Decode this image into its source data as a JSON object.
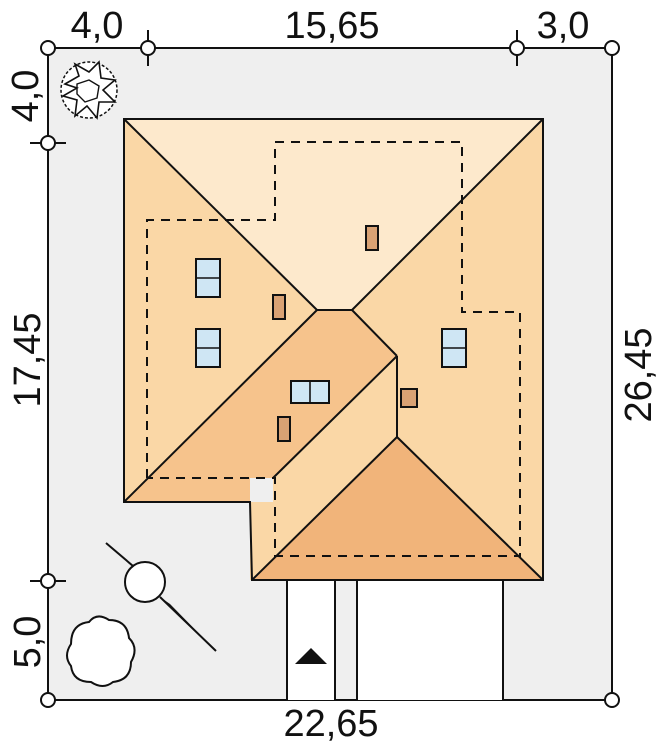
{
  "dimensions": {
    "top_left": "4,0",
    "top_middle": "15,65",
    "top_right": "3,0",
    "left_upper": "4,0",
    "left_middle": "17,45",
    "left_lower": "5,0",
    "right_total": "26,45",
    "bottom_total": "22,65"
  },
  "colors": {
    "plot_background": "#efefef",
    "roof_light": "#fde9cc",
    "roof_mid": "#fad7a6",
    "roof_dark": "#f6c38c",
    "roof_darker": "#f1b47a",
    "skylight": "#cfe6f4",
    "chimney": "#d9a274",
    "line": "#111111"
  },
  "icons": [
    "tree-icon",
    "north-arrow-icon",
    "entrance-arrow-icon"
  ]
}
